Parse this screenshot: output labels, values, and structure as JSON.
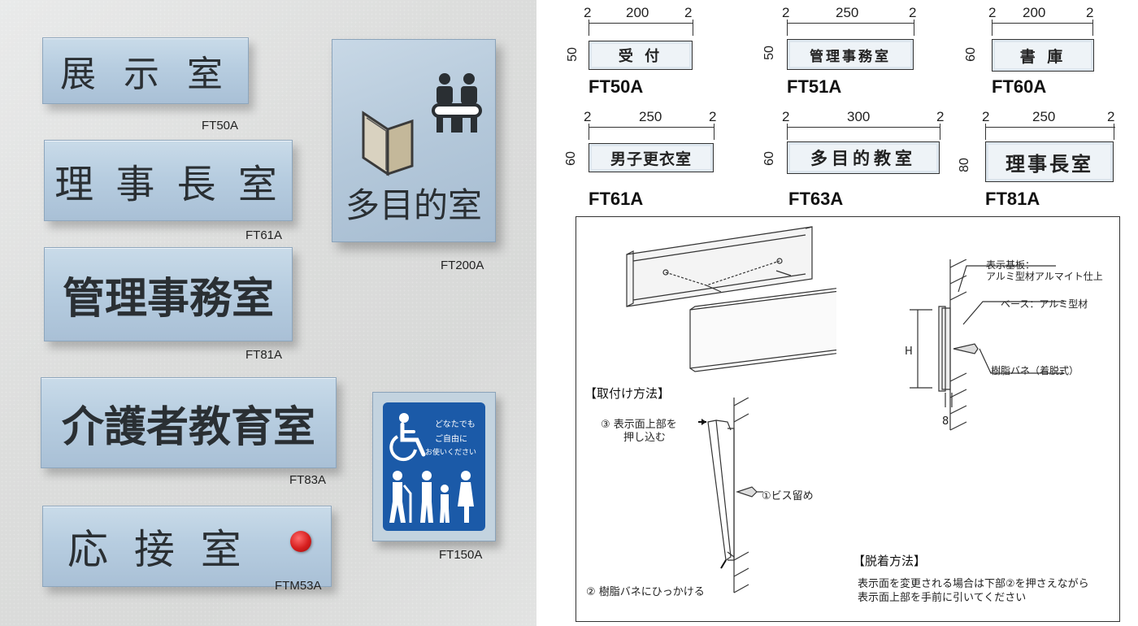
{
  "photo": {
    "signs": [
      {
        "text": "展 示 室",
        "model": "FT50A"
      },
      {
        "text": "理 事 長 室",
        "model": "FT61A"
      },
      {
        "text": "管理事務室",
        "model": "FT81A"
      },
      {
        "text": "介護者教育室",
        "model": "FT83A"
      },
      {
        "text": "応  接  室",
        "model": "FTM53A"
      }
    ],
    "square_sign": {
      "text": "多目的室",
      "model": "FT200A"
    },
    "blue_sign": {
      "lines": [
        "どなたでも",
        "ご自由に",
        "お使いください"
      ],
      "model": "FT150A"
    }
  },
  "specs": [
    {
      "model": "FT50A",
      "left": "2",
      "width": "200",
      "right": "2",
      "height": "50",
      "text": "受  付"
    },
    {
      "model": "FT51A",
      "left": "2",
      "width": "250",
      "right": "2",
      "height": "50",
      "text": "管理事務室"
    },
    {
      "model": "FT60A",
      "left": "2",
      "width": "200",
      "right": "2",
      "height": "60",
      "text": "書  庫"
    },
    {
      "model": "FT61A",
      "left": "2",
      "width": "250",
      "right": "2",
      "height": "60",
      "text": "男子更衣室"
    },
    {
      "model": "FT63A",
      "left": "2",
      "width": "300",
      "right": "2",
      "height": "60",
      "text": "多目的教室"
    },
    {
      "model": "FT81A",
      "left": "2",
      "width": "250",
      "right": "2",
      "height": "80",
      "text": "理事長室"
    }
  ],
  "diagram": {
    "label_face_1": "表示基板：",
    "label_face_2": "アルミ型材アルマイト仕上",
    "label_base": "ベース：アルミ型材",
    "label_spring": "樹脂バネ（着脱式）",
    "label_h": "H",
    "label_8": "8",
    "mount_title": "【取付け方法】",
    "step3_line1": "③ 表示面上部を",
    "step3_line2": "押し込む",
    "step1": "①ビス留め",
    "step2": "② 樹脂バネにひっかける",
    "remove_title": "【脱着方法】",
    "remove_line1": "表示面を変更される場合は下部②を押さえながら",
    "remove_line2": "表示面上部を手前に引いてください"
  },
  "colors": {
    "plate": "#b7cde0",
    "blue_sign": "#1b5aa8",
    "red_dot": "#d61e1e"
  }
}
